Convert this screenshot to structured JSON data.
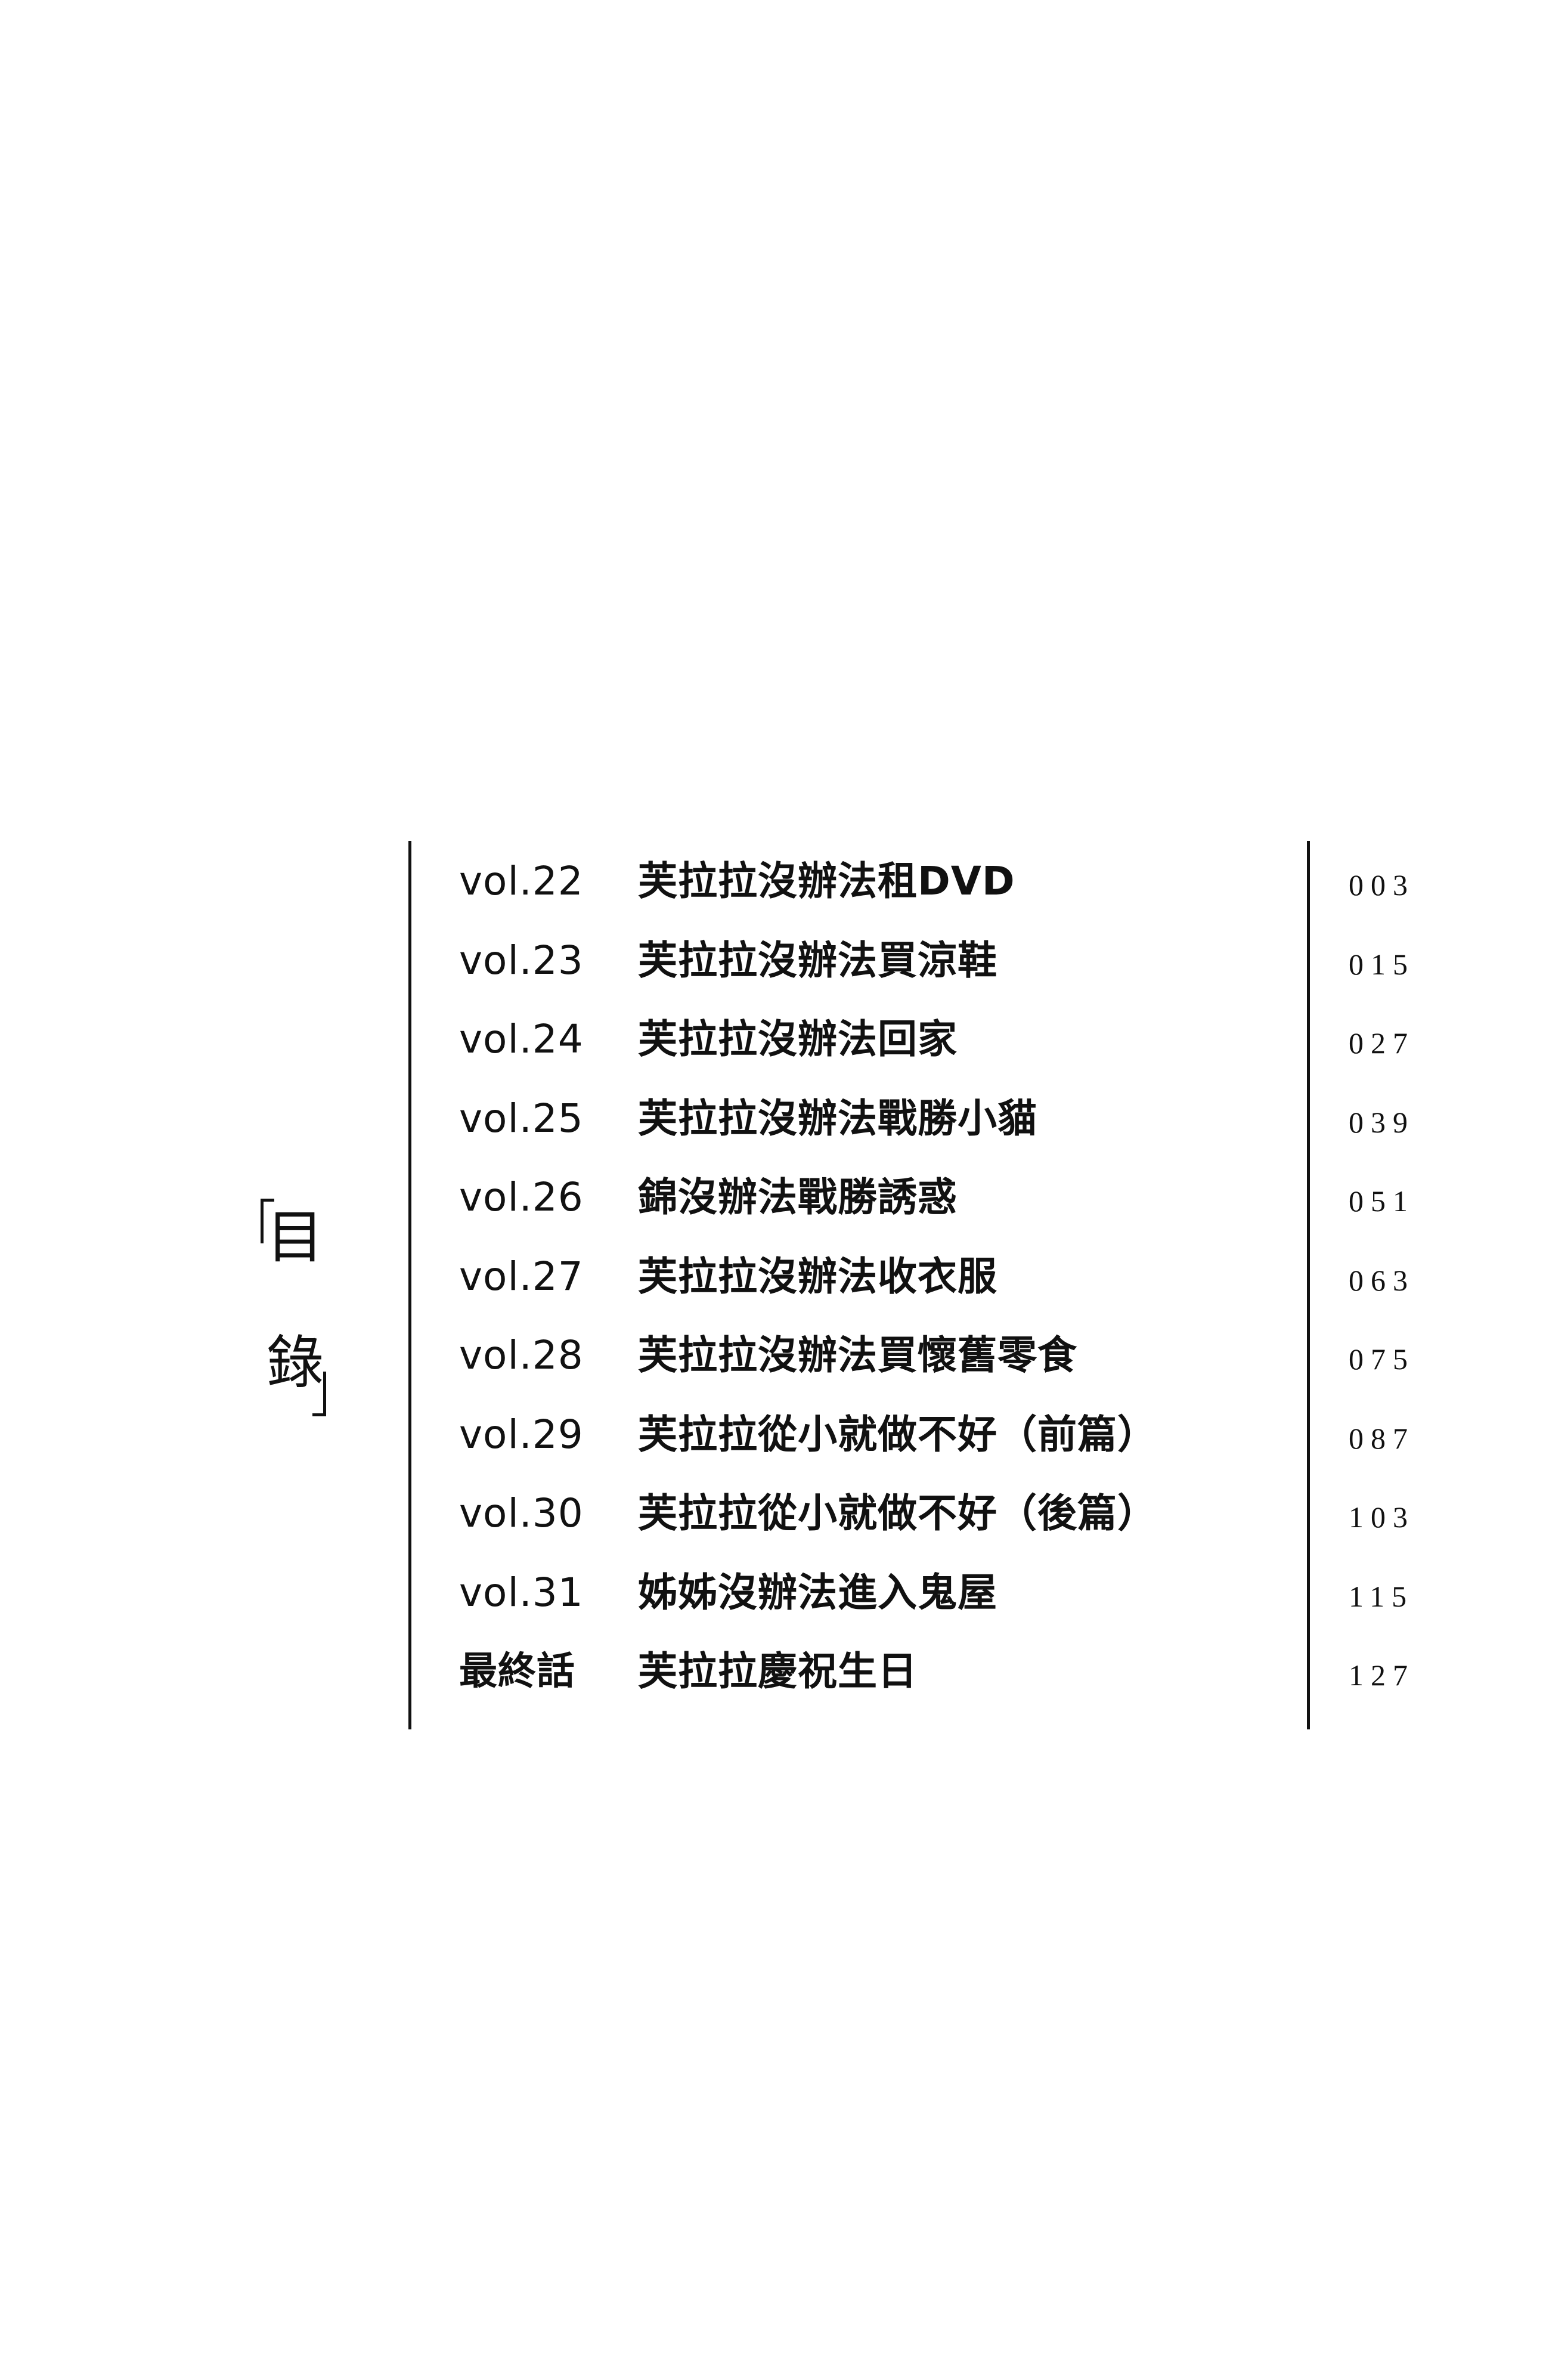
{
  "heading": {
    "char1": "目",
    "char2": "錄"
  },
  "toc": [
    {
      "vol": "vol.22",
      "title": "芙拉拉沒辦法租DVD",
      "page": "003"
    },
    {
      "vol": "vol.23",
      "title": "芙拉拉沒辦法買涼鞋",
      "page": "015"
    },
    {
      "vol": "vol.24",
      "title": "芙拉拉沒辦法回家",
      "page": "027"
    },
    {
      "vol": "vol.25",
      "title": "芙拉拉沒辦法戰勝小貓",
      "page": "039"
    },
    {
      "vol": "vol.26",
      "title": "錦沒辦法戰勝誘惑",
      "page": "051"
    },
    {
      "vol": "vol.27",
      "title": "芙拉拉沒辦法收衣服",
      "page": "063"
    },
    {
      "vol": "vol.28",
      "title": "芙拉拉沒辦法買懷舊零食",
      "page": "075"
    },
    {
      "vol": "vol.29",
      "title": "芙拉拉從小就做不好（前篇）",
      "page": "087"
    },
    {
      "vol": "vol.30",
      "title": "芙拉拉從小就做不好（後篇）",
      "page": "103"
    },
    {
      "vol": "vol.31",
      "title": "姊姊沒辦法進入鬼屋",
      "page": "115"
    },
    {
      "vol": "最終話",
      "title": "芙拉拉慶祝生日",
      "page": "127"
    }
  ]
}
